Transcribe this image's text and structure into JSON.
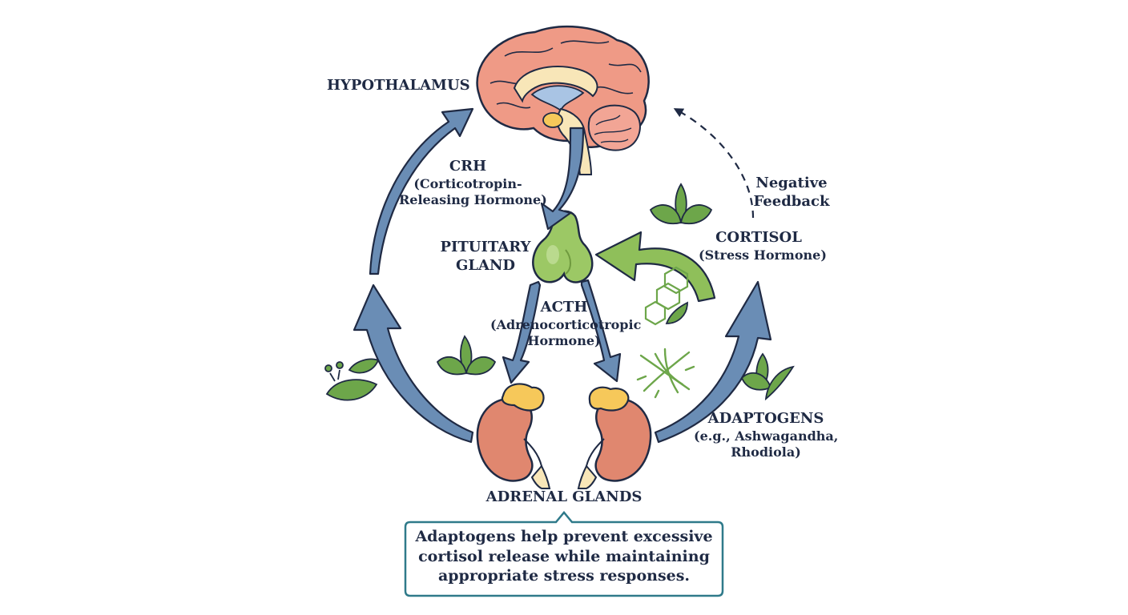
{
  "labels": {
    "hypothalamus": "HYPOTHALAMUS",
    "crh": {
      "title": "CRH",
      "line1": "(Corticotropin-",
      "line2": "Releasing Hormone)"
    },
    "pituitary": {
      "line1": "PITUITARY",
      "line2": "GLAND"
    },
    "acth": {
      "title": "ACTH",
      "line1": "(Adrenocorticotropic",
      "line2": "Hormone)"
    },
    "negative_feedback": {
      "line1": "Negative",
      "line2": "Feedback"
    },
    "cortisol": {
      "title": "CORTISOL",
      "line1": "(Stress Hormone)"
    },
    "adaptogens": {
      "title": "ADAPTOGENS",
      "line1": "(e.g., Ashwagandha,",
      "line2": "Rhodiola)"
    },
    "adrenal": "ADRENAL GLANDS"
  },
  "callout": {
    "line1": "Adaptogens help prevent excessive",
    "line2": "cortisol release while maintaining",
    "line3": "appropriate stress responses."
  },
  "colors": {
    "arrow_blue": "#6a8db5",
    "arrow_green": "#8fbf5a",
    "brain_pink": "#ef9a86",
    "pituitary_green": "#9cc865",
    "kidney_red": "#e0876f",
    "adrenal_yellow": "#f6c85a",
    "leaf_green": "#6da64a",
    "outline": "#1f2a44",
    "callout_border": "#2f7a8a"
  },
  "icons": [
    "brain-icon",
    "pituitary-icon",
    "kidney-icon",
    "adrenal-gland-icon",
    "leaf-icon",
    "molecule-icon",
    "herb-root-icon"
  ]
}
